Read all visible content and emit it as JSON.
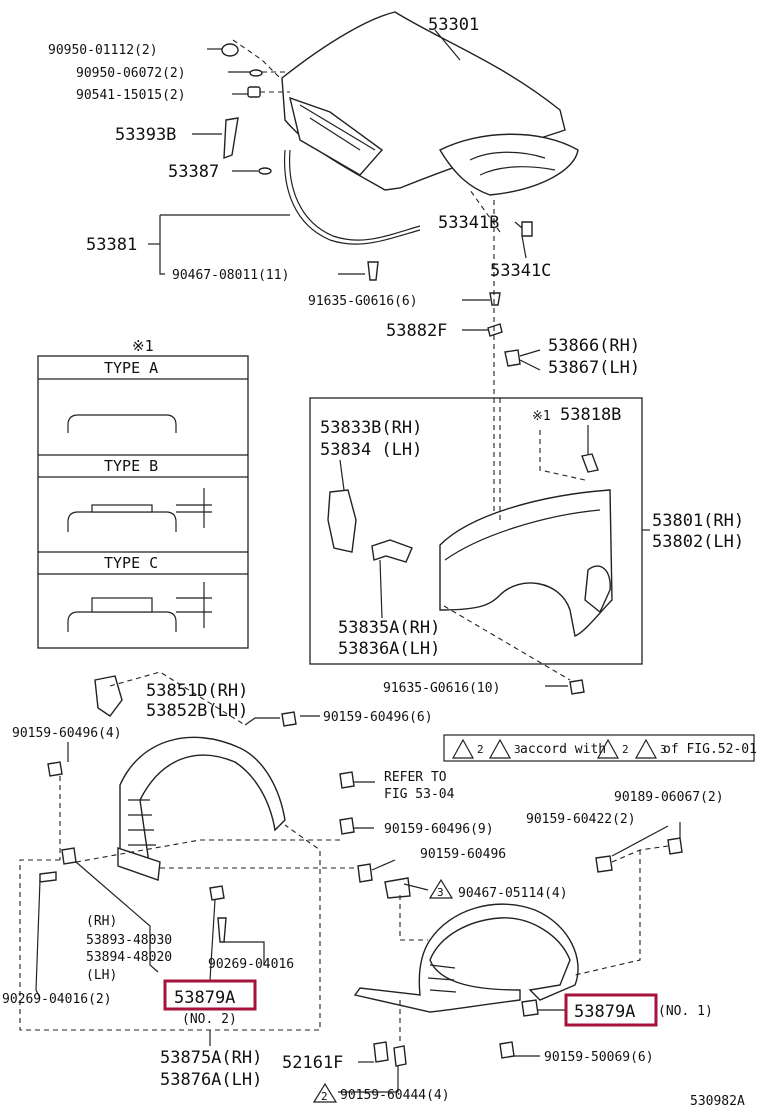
{
  "callouts": {
    "p53301": "53301",
    "p90950_01112": "90950-01112(2)",
    "p90950_06072": "90950-06072(2)",
    "p90541_15015": "90541-15015(2)",
    "p53393B": "53393B",
    "p53387": "53387",
    "p53381": "53381",
    "p90467_08011": "90467-08011(11)",
    "p53341B": "53341B",
    "p53341C": "53341C",
    "p91635_G0616_6": "91635-G0616(6)",
    "p53882F": "53882F",
    "p53866": "53866(RH)",
    "p53867": "53867(LH)",
    "p53833B": "53833B(RH)",
    "p53834": "53834  (LH)",
    "p53818B_mark": "※1",
    "p53818B": "53818B",
    "p53801": "53801(RH)",
    "p53802": "53802(LH)",
    "p53835A": "53835A(RH)",
    "p53836A": "53836A(LH)",
    "p91635_G0616_10": "91635-G0616(10)",
    "p53851D": "53851D(RH)",
    "p53852B": "53852B(LH)",
    "p90159_60496_6": "90159-60496(6)",
    "p90159_60496_4": "90159-60496(4)",
    "refer_line1": "REFER TO",
    "refer_line2": "FIG 53-04",
    "p90159_60496_9": "90159-60496(9)",
    "p90159_60496": "90159-60496",
    "p90189_06067": "90189-06067(2)",
    "p90159_60422": "90159-60422(2)",
    "p90467_05114": "90467-05114(4)",
    "p90467_05114_tri": "3",
    "rh_label": "(RH)",
    "p53893": "53893-48030",
    "p53894": "53894-48020",
    "lh_label": "(LH)",
    "p90269_04016": "90269-04016",
    "p90269_04016_2": "90269-04016(2)",
    "p53879A_left": "53879A",
    "no2": "(NO. 2)",
    "p53879A_right": "53879A",
    "no1": "(NO. 1)",
    "p53875A": "53875A(RH)",
    "p53876A": "53876A(LH)",
    "p52161F": "52161F",
    "p90159_50069": "90159-50069(6)",
    "p90159_60444": "90159-60444(4)",
    "p90159_60444_tri": "2",
    "figure_code": "530982A"
  },
  "type_box": {
    "mark": "※1",
    "type_a": "TYPE  A",
    "type_b": "TYPE  B",
    "type_c": "TYPE  C"
  },
  "note": {
    "tri2": "2",
    "tri3": "3",
    "text1": "accord with",
    "tri2b": "2",
    "tri3b": "3",
    "text2": "of FIG.52-01."
  },
  "highlight_color": "#a5123a"
}
